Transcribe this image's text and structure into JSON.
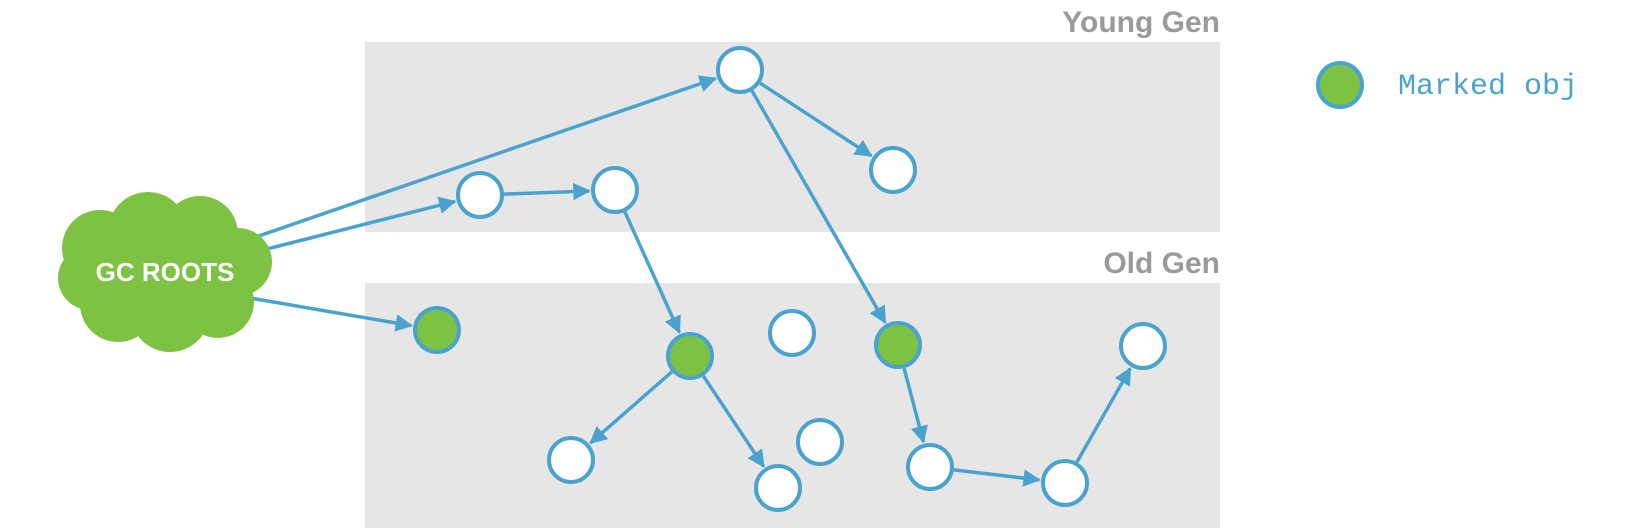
{
  "regions": {
    "young_gen_label": "Young Gen",
    "old_gen_label": "Old Gen"
  },
  "gc_roots": {
    "label": "GC ROOTS"
  },
  "legend": {
    "label": "Marked obj"
  },
  "colors": {
    "node_stroke": "#4aa3cf",
    "marked_fill": "#7dc242",
    "unmarked_fill": "#ffffff",
    "cloud": "#7dc242",
    "region_bg": "#e6e6e6",
    "arrow": "#4aa3cf"
  },
  "nodes": [
    {
      "id": "y1",
      "region": "young",
      "marked": false
    },
    {
      "id": "y2",
      "region": "young",
      "marked": false
    },
    {
      "id": "y3",
      "region": "young",
      "marked": false
    },
    {
      "id": "y4",
      "region": "young",
      "marked": false
    },
    {
      "id": "o1",
      "region": "old",
      "marked": true
    },
    {
      "id": "o2",
      "region": "old",
      "marked": true
    },
    {
      "id": "o3",
      "region": "old",
      "marked": false
    },
    {
      "id": "o4",
      "region": "old",
      "marked": true
    },
    {
      "id": "o5",
      "region": "old",
      "marked": false
    },
    {
      "id": "o6",
      "region": "old",
      "marked": false
    },
    {
      "id": "o7",
      "region": "old",
      "marked": false
    },
    {
      "id": "o8",
      "region": "old",
      "marked": false
    },
    {
      "id": "o9",
      "region": "old",
      "marked": false
    },
    {
      "id": "o10",
      "region": "old",
      "marked": false
    }
  ],
  "edges": [
    {
      "from": "roots",
      "to": "y1"
    },
    {
      "from": "roots",
      "to": "y2"
    },
    {
      "from": "roots",
      "to": "o1"
    },
    {
      "from": "y1",
      "to": "y4"
    },
    {
      "from": "y1",
      "to": "o4"
    },
    {
      "from": "y2",
      "to": "y3"
    },
    {
      "from": "y3",
      "to": "o2"
    },
    {
      "from": "o2",
      "to": "o5"
    },
    {
      "from": "o2",
      "to": "o6"
    },
    {
      "from": "o4",
      "to": "o8"
    },
    {
      "from": "o8",
      "to": "o9"
    },
    {
      "from": "o9",
      "to": "o10"
    }
  ]
}
